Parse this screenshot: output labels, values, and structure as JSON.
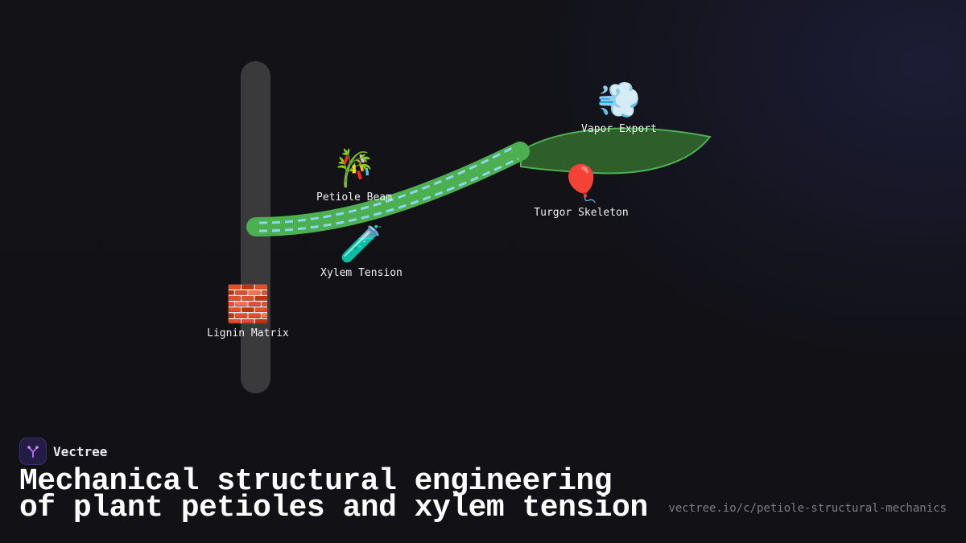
{
  "nodes": {
    "vapor_export": {
      "icon": "💨",
      "icon_name": "dash-wind-icon",
      "label": "Vapor Export"
    },
    "petiole_beam": {
      "icon": "🎋",
      "icon_name": "tanabata-tree-icon",
      "label": "Petiole Beam"
    },
    "turgor_skeleton": {
      "icon": "🎈",
      "icon_name": "balloon-icon",
      "label": "Turgor Skeleton"
    },
    "xylem_tension": {
      "icon": "🧪",
      "icon_name": "test-tube-icon",
      "label": "Xylem Tension"
    },
    "lignin_matrix": {
      "icon": "🧱",
      "icon_name": "brick-icon",
      "label": "Lignin Matrix"
    }
  },
  "colors": {
    "stem": "#3a3a3c",
    "petiole": "#4caf50",
    "xylem_flow": "#8fd4f0",
    "leaf_fill": "#2e5f2b",
    "leaf_stroke": "#4caf50"
  },
  "footer": {
    "brand_name": "Vectree",
    "title": "Mechanical structural engineering of plant petioles and xylem tension",
    "url": "vectree.io/c/petiole-structural-mechanics"
  }
}
